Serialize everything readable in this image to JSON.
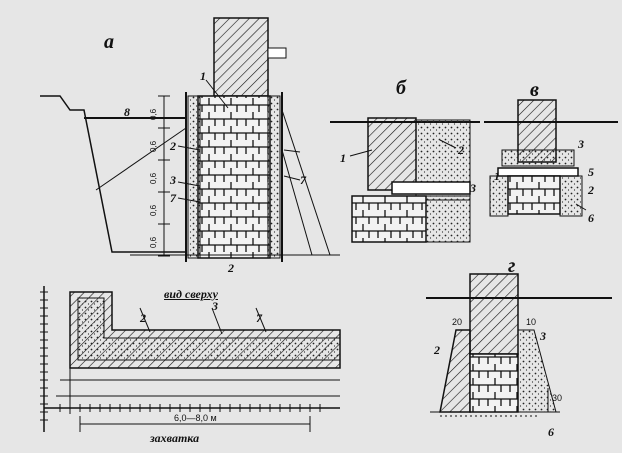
{
  "panels": {
    "a": "а",
    "b": "б",
    "v": "в",
    "g": "г"
  },
  "top_view_caption": "вид сверху",
  "span_dimension": "6,0—8,0 м",
  "span_caption": "захватка",
  "a_heights": [
    "0,6",
    "0,6",
    "0,6",
    "0,6",
    "0,6"
  ],
  "g_dims": {
    "left": "20",
    "right": "10",
    "bottom": "30"
  },
  "callouts": {
    "a": [
      "1",
      "8",
      "2",
      "3",
      "7",
      "7",
      "2"
    ],
    "b": [
      "1",
      "2",
      "3"
    ],
    "v": [
      "3",
      "5",
      "1",
      "2",
      "6"
    ],
    "top": [
      "2",
      "3",
      "7"
    ],
    "g": [
      "3",
      "2",
      "6"
    ]
  },
  "colors": {
    "background": "#e6e6e6",
    "ink": "#111111"
  }
}
